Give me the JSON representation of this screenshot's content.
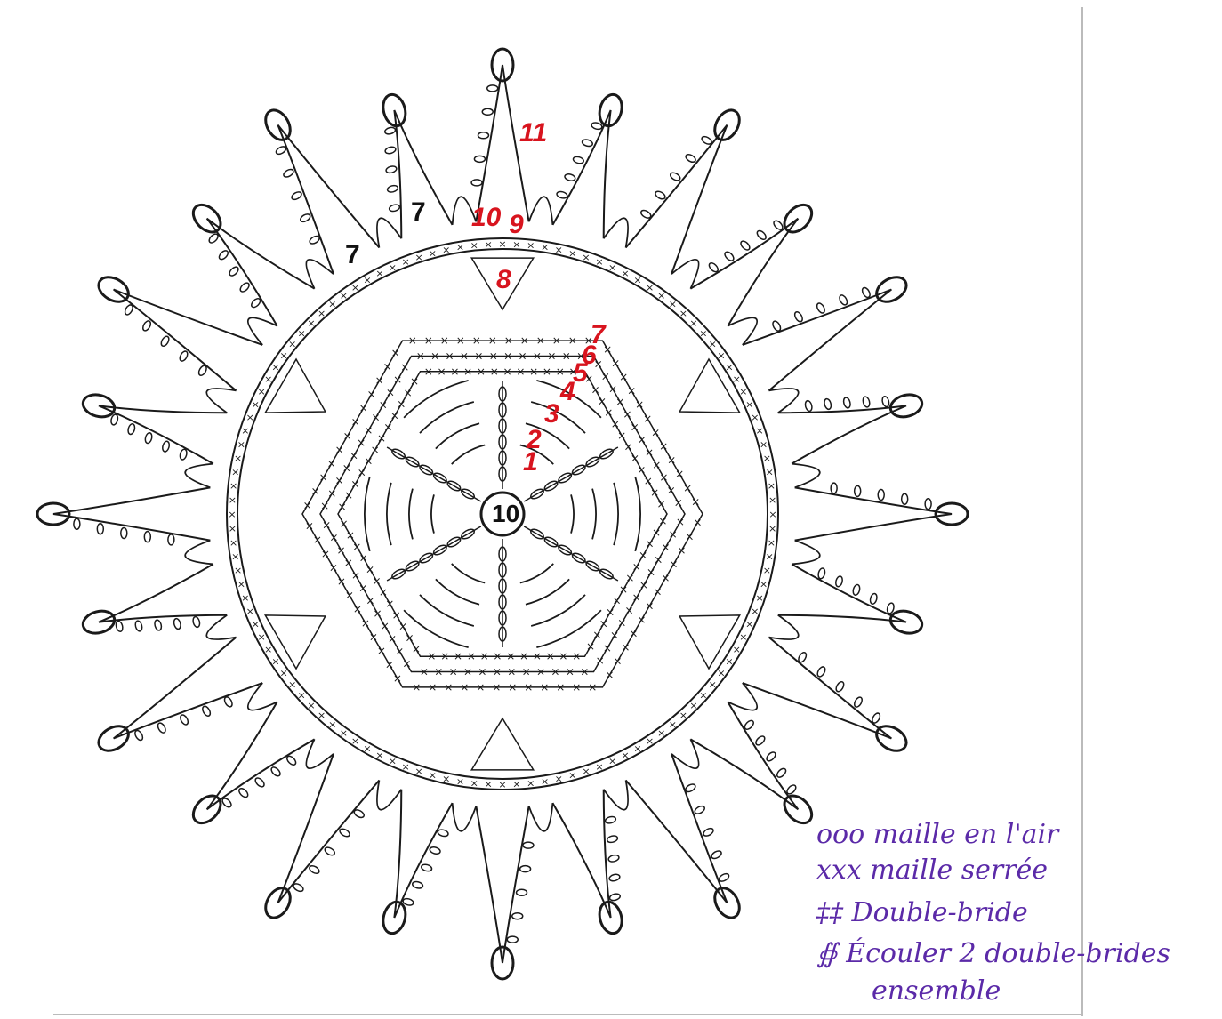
{
  "diagram": {
    "center_label": "10",
    "round_labels_red": [
      {
        "id": "r1",
        "text": "1"
      },
      {
        "id": "r2",
        "text": "2"
      },
      {
        "id": "r3",
        "text": "3"
      },
      {
        "id": "r4",
        "text": "4"
      },
      {
        "id": "r5",
        "text": "5"
      },
      {
        "id": "r6",
        "text": "6"
      },
      {
        "id": "r7",
        "text": "7"
      },
      {
        "id": "r8",
        "text": "8"
      },
      {
        "id": "r9",
        "text": "9"
      },
      {
        "id": "r10",
        "text": "10"
      },
      {
        "id": "r11",
        "text": "11"
      }
    ],
    "round_labels_black": [
      {
        "id": "b7a",
        "text": "7"
      },
      {
        "id": "b7b",
        "text": "7"
      }
    ],
    "colors": {
      "line": "#1a1a1a",
      "red_labels": "#d8141e",
      "legend_ink": "#5b2aa8"
    }
  },
  "legend": {
    "line1": "ooo maille en l'air",
    "line2": "xxx maille serrée",
    "line3": "‡‡ Double-bride",
    "line4": "Écouler 2 double-brides",
    "line5": "ensemble"
  }
}
